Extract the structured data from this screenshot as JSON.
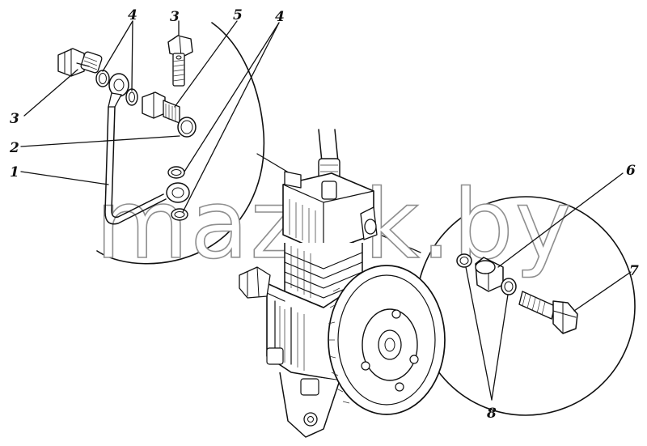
{
  "callouts": [
    {
      "id": "label-4-top",
      "text": "4"
    },
    {
      "id": "label-3-top",
      "text": "3"
    },
    {
      "id": "label-5",
      "text": "5"
    },
    {
      "id": "label-4-right",
      "text": "4"
    },
    {
      "id": "label-3-left",
      "text": "3"
    },
    {
      "id": "label-2",
      "text": "2"
    },
    {
      "id": "label-1",
      "text": "1"
    },
    {
      "id": "label-6",
      "text": "6"
    },
    {
      "id": "label-7",
      "text": "7"
    },
    {
      "id": "label-8",
      "text": "8"
    }
  ],
  "watermark": "mazuk.by",
  "colors": {
    "ink": "#111111",
    "paper": "#ffffff",
    "watermark_stroke": "#8f8f8f"
  }
}
